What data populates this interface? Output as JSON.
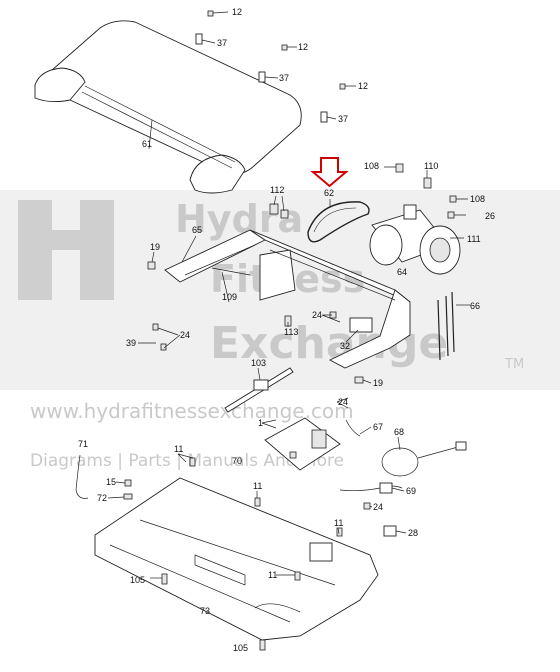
{
  "watermark": {
    "brand_line1": "Hydra",
    "brand_line2": "Fitness",
    "brand_line3": "Exchange",
    "tm": "TM",
    "url": "www.hydrafitnessexchange.com",
    "tagline": "Diagrams | Parts | Manuals And More"
  },
  "highlight_color": "#d40000",
  "labels": {
    "p12a": "12",
    "p37a": "37",
    "p12b": "12",
    "p37b": "37",
    "p12c": "12",
    "p37c": "37",
    "p61": "61",
    "p62": "62",
    "p108a": "108",
    "p110": "110",
    "p108b": "108",
    "p26": "26",
    "p111": "111",
    "p64": "64",
    "p112": "112",
    "p65": "65",
    "p19a": "19",
    "p109": "109",
    "p66": "66",
    "p24a": "24",
    "p113": "113",
    "p39": "39",
    "p24b": "24",
    "p32": "32",
    "p103": "103",
    "p19b": "19",
    "p1": "1",
    "p24c": "24",
    "p67": "67",
    "p68": "68",
    "p71": "71",
    "p11a": "11",
    "p70": "70",
    "p15": "15",
    "p72": "72",
    "p11b": "11",
    "p69": "69",
    "p24d": "24",
    "p11c": "11",
    "p28": "28",
    "p11d": "11",
    "p105a": "105",
    "p73": "73",
    "p105b": "105"
  }
}
